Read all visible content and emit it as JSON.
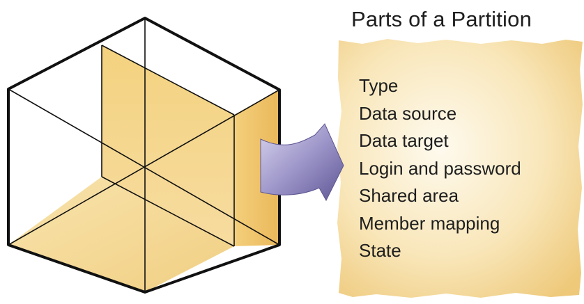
{
  "title": "Parts of a Partition",
  "parts": [
    "Type",
    "Data source",
    "Data target",
    "Login and password",
    "Shared area",
    "Member mapping",
    "State"
  ],
  "colors": {
    "face_fill": "#f1cd7d",
    "face_light": "#f8e6b6",
    "edge": "#111111",
    "arrow": "#8c84bd",
    "note_dark": "#f0cf82",
    "note_light": "#fdf6e2"
  }
}
